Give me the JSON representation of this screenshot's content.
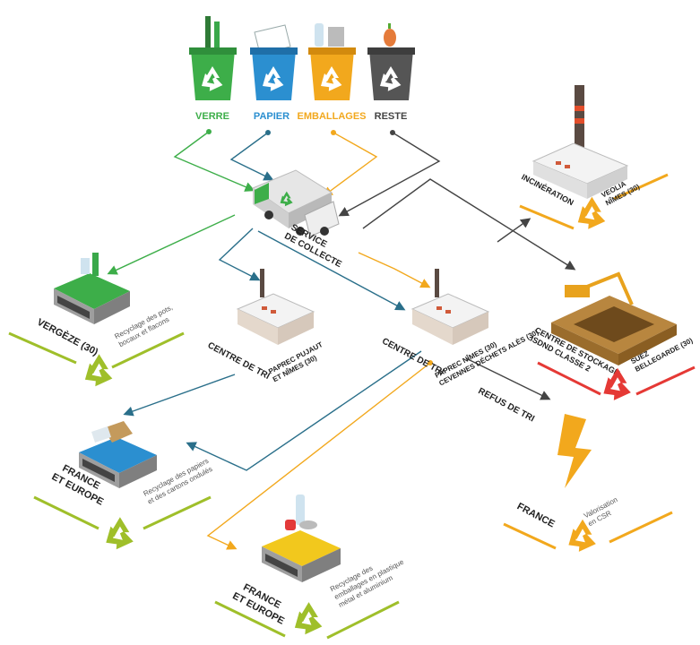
{
  "bins": [
    {
      "label": "VERRE",
      "color": "#3dae49"
    },
    {
      "label": "PAPIER",
      "color": "#2b8fd0"
    },
    {
      "label": "EMBALLAGES",
      "color": "#f2a81d"
    },
    {
      "label": "RESTE",
      "color": "#555555"
    }
  ],
  "collecte": {
    "line1": "SERVICE",
    "line2": "DE COLLECTE"
  },
  "incineration": {
    "title": "INCINÉRATION",
    "operator_line1": "VEOLIA",
    "operator_line2": "NÎMES (30)"
  },
  "tri1": {
    "title": "CENTRE DE TRI",
    "operator_line1": "PAPREC PUJAUT",
    "operator_line2": "ET NÎMES (30)"
  },
  "tri2": {
    "title": "CENTRE DE TRI",
    "operator_line1": "PAPREC NÎMES (30)",
    "operator_line2": "CEVENNES DÉCHETS ALÈS (30)"
  },
  "stockage": {
    "title_line1": "CENTRE DE STOCKAGE",
    "title_line2": "ISDND CLASSE 2",
    "operator_line1": "SUEZ",
    "operator_line2": "BELLEGARDE (30)"
  },
  "refus": {
    "label": "REFUS DE TRI"
  },
  "verre_dest": {
    "title": "VERGÈZE (30)",
    "note_line1": "Recyclage des pots,",
    "note_line2": "bocaux et flacons"
  },
  "papier_dest": {
    "title_line1": "FRANCE",
    "title_line2": "ET EUROPE",
    "note_line1": "Recyclage des papiers",
    "note_line2": "et des cartons ondulés"
  },
  "emb_dest": {
    "title_line1": "FRANCE",
    "title_line2": "ET EUROPE",
    "note_line1": "Recyclage des",
    "note_line2": "emballages en plastique",
    "note_line3": "métal et aluminium"
  },
  "csr_dest": {
    "title": "FRANCE",
    "note_line1": "Valorisation",
    "note_line2": "en CSR"
  },
  "colors": {
    "green": "#3dae49",
    "blue": "#2b8fd0",
    "yellow": "#f2a81d",
    "grey": "#555555",
    "red": "#e53935",
    "olive": "#9fbf2a",
    "teal": "#2a6f8a"
  }
}
